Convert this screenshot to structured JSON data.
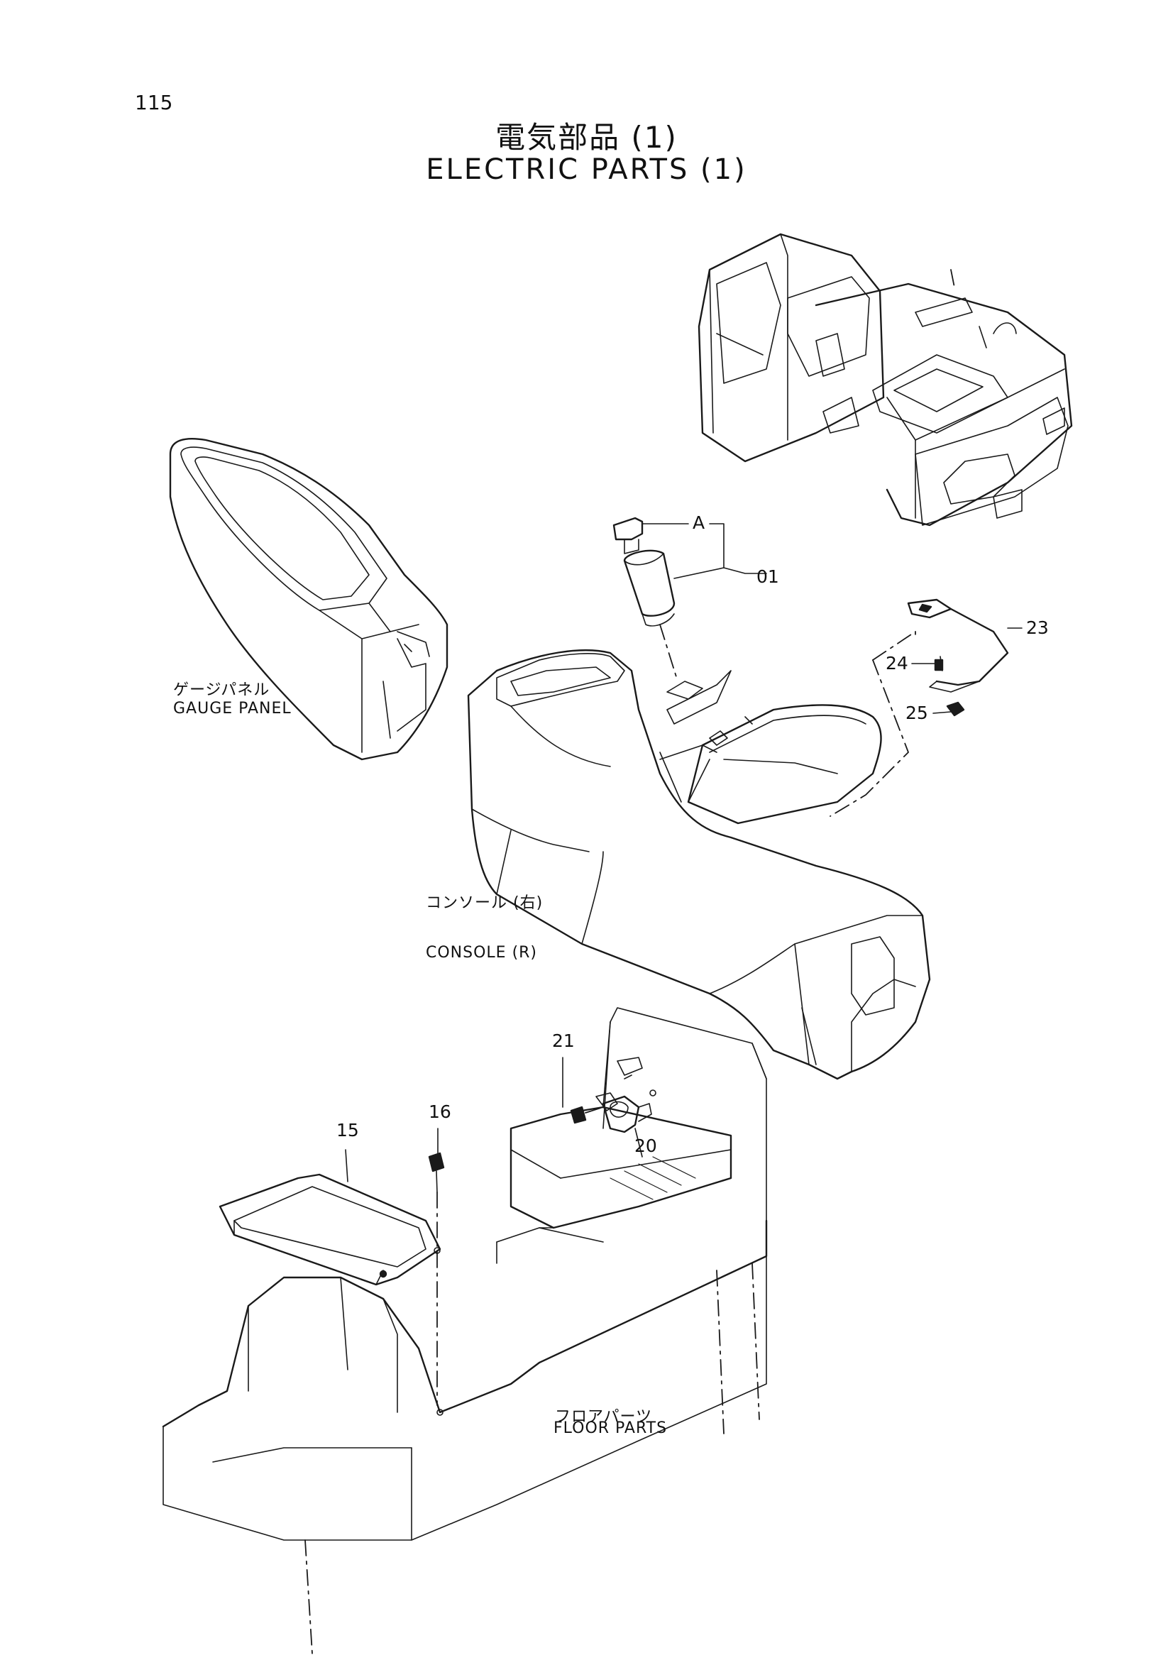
{
  "page_number": "115",
  "title": {
    "ja": "電気部品 (1)",
    "en": "ELECTRIC PARTS (1)"
  },
  "assemblies": {
    "gauge_panel": {
      "ja": "ゲージパネル",
      "en": "GAUGE PANEL"
    },
    "console_r": {
      "ja": "コンソール (右)",
      "en": "CONSOLE (R)"
    },
    "floor_parts": {
      "ja": "フロアパーツ",
      "en": "FLOOR PARTS"
    }
  },
  "callouts": {
    "a": "A",
    "p01": "01",
    "p23": "23",
    "p24": "24",
    "p25": "25",
    "p21": "21",
    "p20": "20",
    "p15": "15",
    "p16": "16"
  }
}
